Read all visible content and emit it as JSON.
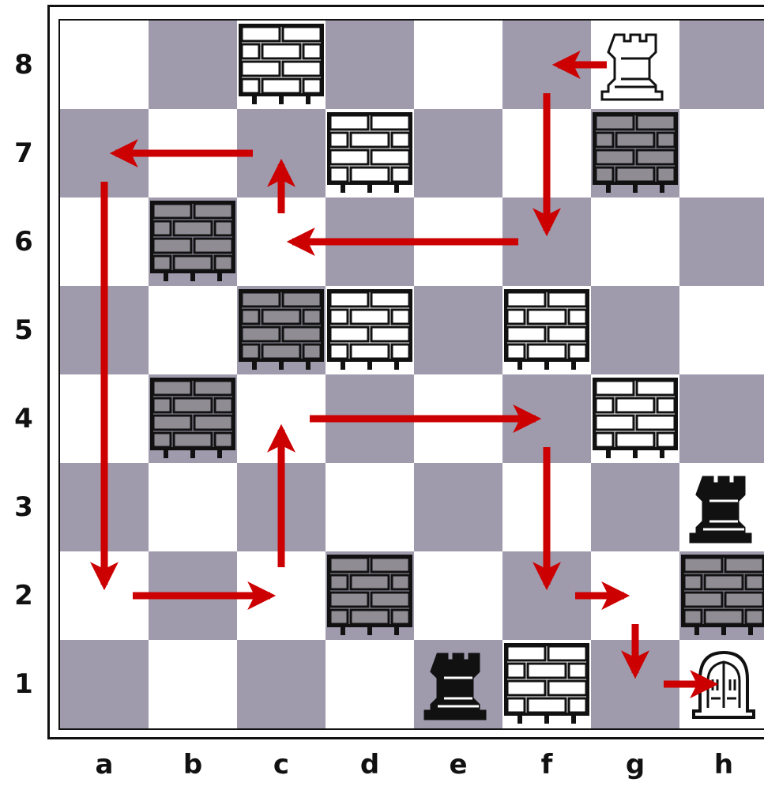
{
  "board": {
    "files": [
      "a",
      "b",
      "c",
      "d",
      "e",
      "f",
      "g",
      "h"
    ],
    "ranks": [
      "8",
      "7",
      "6",
      "5",
      "4",
      "3",
      "2",
      "1"
    ],
    "colors": {
      "light": "#ffffff",
      "dark": "#a09aad",
      "wall_white": "#ffffff",
      "wall_grey": "#8f8c94",
      "mortar": "#111111",
      "arrow": "#cc0000"
    },
    "pieces": [
      {
        "square": "g8",
        "type": "rook",
        "color": "white"
      },
      {
        "square": "h3",
        "type": "rook",
        "color": "black"
      },
      {
        "square": "e1",
        "type": "rook",
        "color": "black"
      },
      {
        "square": "h1",
        "type": "door",
        "color": "white"
      }
    ],
    "walls": [
      {
        "square": "c8",
        "color": "white"
      },
      {
        "square": "d7",
        "color": "white"
      },
      {
        "square": "g7",
        "color": "grey"
      },
      {
        "square": "b6",
        "color": "grey"
      },
      {
        "square": "c5",
        "color": "grey"
      },
      {
        "square": "d5",
        "color": "white"
      },
      {
        "square": "f5",
        "color": "white"
      },
      {
        "square": "b4",
        "color": "grey"
      },
      {
        "square": "g4",
        "color": "white"
      },
      {
        "square": "d2",
        "color": "grey"
      },
      {
        "square": "h2",
        "color": "grey"
      },
      {
        "square": "f1",
        "color": "white"
      }
    ],
    "arrows": [
      {
        "from": "g8",
        "to": "f8"
      },
      {
        "from": "f8",
        "to": "f6"
      },
      {
        "from": "f6",
        "to": "c6"
      },
      {
        "from": "c6",
        "to": "c7"
      },
      {
        "from": "c7",
        "to": "a7"
      },
      {
        "from": "a7",
        "to": "a2"
      },
      {
        "from": "a2",
        "to": "c2"
      },
      {
        "from": "c2",
        "to": "c4"
      },
      {
        "from": "c4",
        "to": "f4"
      },
      {
        "from": "f4",
        "to": "f2"
      },
      {
        "from": "f2",
        "to": "g2"
      },
      {
        "from": "g2",
        "to": "g1"
      },
      {
        "from": "g1",
        "to": "h1"
      }
    ]
  }
}
